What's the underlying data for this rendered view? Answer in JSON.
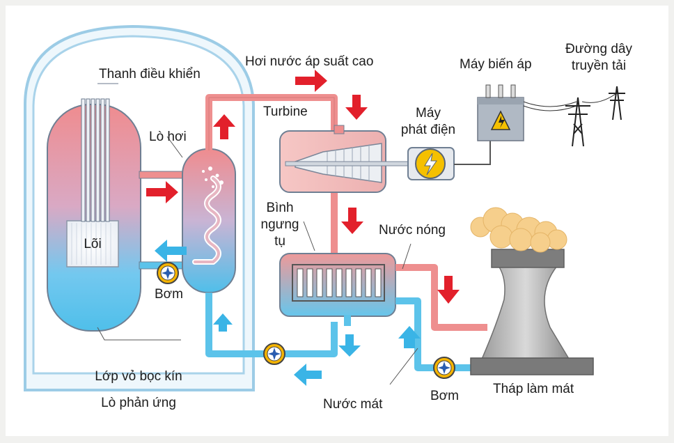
{
  "diagram": {
    "title": "",
    "labels": {
      "control_rods": "Thanh điều khiển",
      "steam_generator": "Lò hơi",
      "high_pressure_steam": "Hơi nước áp suất cao",
      "turbine": "Turbine",
      "generator_line1": "Máy",
      "generator_line2": "phát điện",
      "transformer": "Máy biến áp",
      "transmission_line1": "Đường dây",
      "transmission_line2": "truyền tải",
      "condenser_line1": "Bình",
      "condenser_line2": "ngưng",
      "condenser_line3": "tụ",
      "hot_water": "Nước nóng",
      "core": "Lõi",
      "pump_primary": "Bơm",
      "containment": "Lớp vỏ bọc kín",
      "reactor": "Lò phản ứng",
      "cooling_water": "Nước mát",
      "pump_cooling": "Bơm",
      "cooling_tower": "Tháp làm mát"
    },
    "colors": {
      "hot": "#ee8f8f",
      "cold": "#5cc3ea",
      "arrow_red": "#e2202b",
      "arrow_blue": "#3ab4e6",
      "containment": "#a9d3ea",
      "tower": "#8a8a8a",
      "pump": "#f5b400"
    },
    "icons": [
      "pump-icon",
      "lightning-icon",
      "transmission-tower-icon",
      "steam-cloud-icon"
    ]
  }
}
